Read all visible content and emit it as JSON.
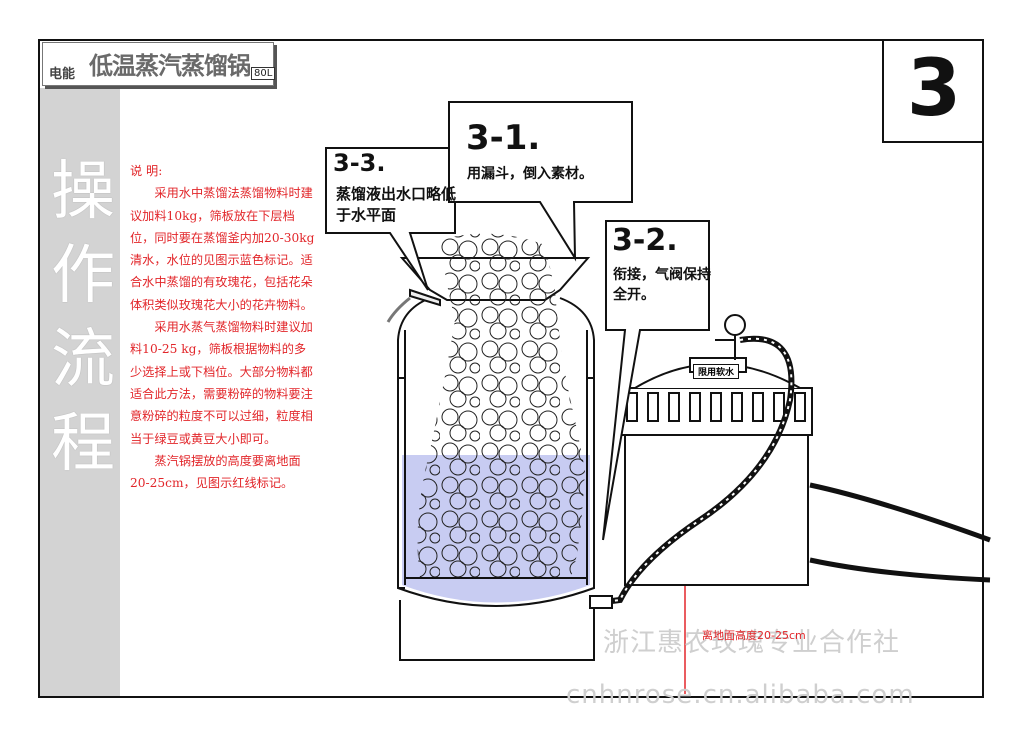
{
  "header": {
    "brand_small": "",
    "brand_dian": "电能",
    "title": "低温蒸汽蒸馏锅",
    "badge": "80L"
  },
  "step_number": "3",
  "side_title": [
    "操",
    "作",
    "流",
    "程"
  ],
  "description": {
    "heading": "说 明:",
    "paragraphs": [
      "采用水中蒸馏法蒸馏物料时建议加料10kg，筛板放在下层档位，同时要在蒸馏釜内加20-30kg清水，水位的见图示蓝色标记。适合水中蒸馏的有玫瑰花，包括花朵体积类似玫瑰花大小的花卉物料。",
      "采用水蒸气蒸馏物料时建议加料10-25 kg，筛板根据物料的多少选择上或下档位。大部分物料都适合此方法，需要粉碎的物料要注意粉碎的粒度不可以过细，粒度相当于绿豆或黄豆大小即可。",
      "蒸汽锅摆放的高度要离地面20-25cm，见图示红线标记。"
    ]
  },
  "callouts": {
    "c3_3": {
      "title": "3-3.",
      "body": "蒸馏液出水口略低于水平面"
    },
    "c3_1": {
      "title": "3-1.",
      "body": "用漏斗，倒入素材。"
    },
    "c3_2": {
      "title": "3-2.",
      "body": "衔接，气阀保持全开。"
    }
  },
  "boiler_plate": "限用软水",
  "height_label": "离地面高度20-25cm",
  "watermark": {
    "line1": "浙江惠农玫瑰专业合作社",
    "line2": "cnhnrose.cn.alibaba.com"
  },
  "colors": {
    "text_red": "#e2262a",
    "water_blue": "#c8ccf2",
    "redline": "#e2262a",
    "sidebar_gray": "#d3d3d3"
  }
}
